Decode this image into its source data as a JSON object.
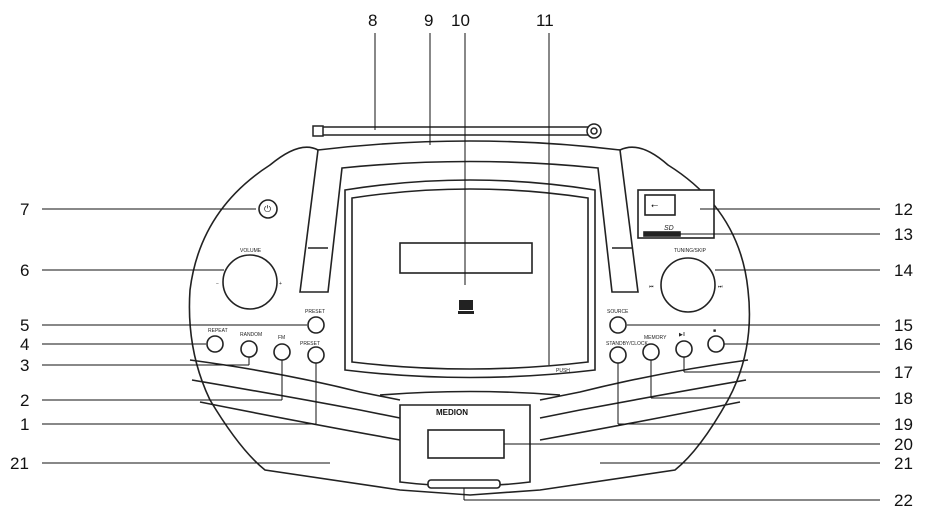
{
  "figure": {
    "callouts": [
      "1",
      "2",
      "3",
      "4",
      "5",
      "6",
      "7",
      "8",
      "9",
      "10",
      "11",
      "12",
      "13",
      "14",
      "15",
      "16",
      "17",
      "18",
      "19",
      "20",
      "21",
      "21",
      "22"
    ],
    "panel_labels": {
      "volume": "VOLUME",
      "tuning_skip": "TUNING/SKIP",
      "repeat": "REPEAT",
      "random": "RANDOM",
      "fm": "FM",
      "preset_up": "PRESET",
      "preset_down": "PRESET",
      "source": "SOURCE",
      "memory": "MEMORY",
      "standby": "STANDBY/CLOCK",
      "push": "PUSH",
      "brand": "MEDION",
      "sd": "SD"
    }
  }
}
